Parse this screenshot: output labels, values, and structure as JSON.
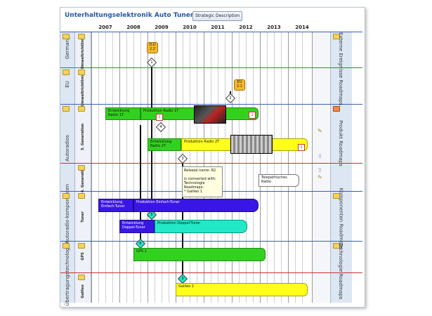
{
  "header": {
    "title": "Unterhaltungselektronik Auto Tuner , Autoradios",
    "strategic_button": "Strategic Description"
  },
  "years": [
    "2007",
    "2008",
    "2009",
    "2010",
    "2011",
    "2012",
    "2013",
    "2014"
  ],
  "sections": [
    {
      "name": "Germany",
      "sub": "Umweltrichtlinie"
    },
    {
      "name": "EU",
      "sub": "Umweltrichtlinie"
    },
    {
      "name": "Autoradios",
      "sub": "3. Generation"
    },
    {
      "name": "",
      "sub": "4. Generation"
    },
    {
      "name": "Autoradio-komponenten",
      "sub": "Tuner"
    },
    {
      "name": "Übertragungstechnologien",
      "sub": "GPS"
    },
    {
      "name": "",
      "sub": "Galileo"
    }
  ],
  "right_labels": [
    "Externe Ereignisse Roadmaps",
    "Produkt Roadmaps",
    "Komponenten Roadmaps",
    "Technologie Roadmaps"
  ],
  "milestones": {
    "du": "D-U 2.2",
    "eu": "EU 2.1",
    "d1": "1",
    "d2": "2",
    "d3": "3",
    "d4": "4",
    "d5": "5",
    "d6": "6",
    "d3b": "3"
  },
  "bars": {
    "ent_radio1t": "Entwicklung Radio 1T",
    "prod_radio1t": "Produktion Radio 1T",
    "ent_radio2t": "Entwicklung Radio 2T",
    "prod_radio2t": "Produktion Radio 2T",
    "telepath": "Telepathisches Radio",
    "ent_einfach": "Entwicklung Einfach-Tuner",
    "prod_einfach": "Produktion Einfach-Tuner",
    "ent_doppel": "Entwicklung Doppel-Tuner",
    "prod_doppel": "Produktion Doppel-Tuner",
    "gps1": "GPS 1",
    "galileo1": "Galileo 1"
  },
  "badges": {
    "b1": "1",
    "b2": "2",
    "b3": "1"
  },
  "tooltip": {
    "line1": "Release name: R2",
    "line2": "is connected with:",
    "line3": "Technologie Roadmaps:",
    "line4": "* Galileo 1"
  }
}
